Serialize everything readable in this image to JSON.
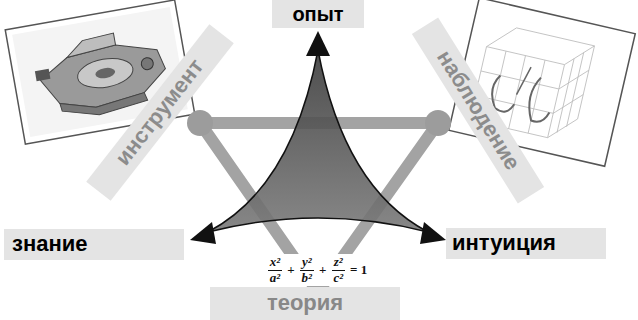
{
  "diagram": {
    "nodes": [
      {
        "text": [
          "опыт"
        ]
      },
      {
        "text": [
          "инструмент"
        ]
      },
      {
        "text": [
          "наблюдение"
        ]
      },
      {
        "text": [
          "знание"
        ]
      },
      {
        "text": [
          "интуиция"
        ]
      },
      {
        "text": [
          "теория"
        ]
      }
    ],
    "labels": [
      "x²",
      "a²",
      "+",
      "y²",
      "b²",
      "+",
      "z²",
      "c²",
      "= 1"
    ]
  }
}
